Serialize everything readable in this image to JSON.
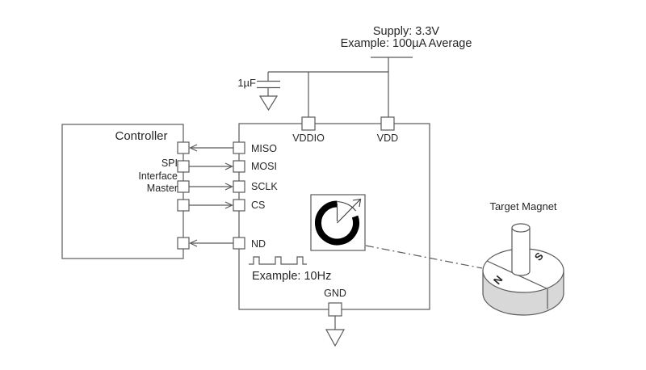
{
  "supply": {
    "line1": "Supply: 3.3V",
    "line2": "Example: 100µA Average"
  },
  "capacitor": {
    "label": "1µF"
  },
  "controller": {
    "title": "Controller",
    "role": [
      "SPI",
      "Interface",
      "Master"
    ]
  },
  "sensor_ic": {
    "left_pins": [
      {
        "name": "MISO",
        "direction": "ic-to-controller"
      },
      {
        "name": "MOSI",
        "direction": "controller-to-ic"
      },
      {
        "name": "SCLK",
        "direction": "controller-to-ic"
      },
      {
        "name": "CS",
        "direction": "controller-to-ic"
      },
      {
        "name": "ND",
        "direction": "ic-to-controller"
      }
    ],
    "top_pins": [
      {
        "name": "VDDIO"
      },
      {
        "name": "VDD"
      }
    ],
    "bottom_pins": [
      {
        "name": "GND"
      }
    ],
    "nd_note": "Example: 10Hz",
    "sensor_symbol": "rotation-angle-indicator"
  },
  "magnet": {
    "label": "Target Magnet",
    "pole_left": "N",
    "pole_right": "S"
  },
  "colors": {
    "line": "#595959",
    "text": "#262626",
    "sensor_ring": "#000000",
    "magnet_side": "#d8d8d8"
  }
}
